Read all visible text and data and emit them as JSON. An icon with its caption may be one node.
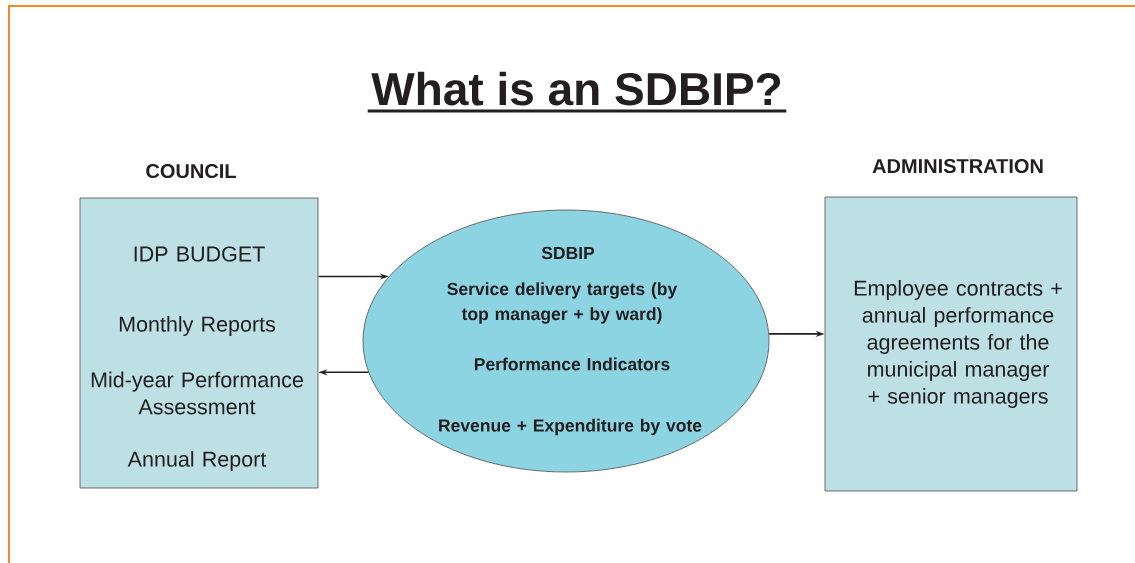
{
  "diagram": {
    "title": "What is an SDBIP?",
    "nodes": [
      {
        "text": [
          "COUNCIL",
          "IDP BUDGET",
          "Monthly Reports",
          "Mid-year Performance Assessment",
          "Annual Report"
        ]
      },
      {
        "text": [
          "SDBIP",
          "Service delivery targets (by top manager + by ward)",
          "Performance Indicators",
          "Revenue + Expenditure by vote"
        ]
      },
      {
        "text": [
          "ADMINISTRATION",
          "Employee contracts + annual performance agreements for the municipal manager + senior managers"
        ]
      }
    ],
    "edges": [
      {
        "from": 0,
        "to": 1,
        "arrow": "to"
      },
      {
        "from": 1,
        "to": 0,
        "arrow": "to"
      },
      {
        "from": 1,
        "to": 2,
        "arrow": "to"
      }
    ]
  }
}
